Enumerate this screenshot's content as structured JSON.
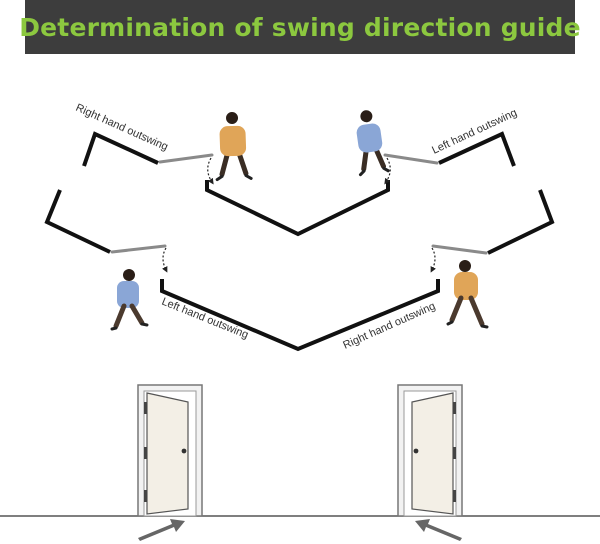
{
  "title": "Determination of swing direction guide",
  "labels": {
    "top_left": "Right hand outswing",
    "top_right": "Left hand outswing",
    "bottom_left": "Left hand outswing",
    "bottom_right": "Right hand outswing"
  },
  "colors": {
    "banner_bg": "#3d3d3d",
    "title_text": "#8cc83f",
    "wall": "#111111",
    "door_leaf": "#8a8a8a",
    "person_blue": "#8aa6d6",
    "person_orange": "#e0a558",
    "arrow": "#666666"
  },
  "icons": [
    "person-icon",
    "swing-arc-icon",
    "door-icon",
    "entry-arrow-icon"
  ]
}
